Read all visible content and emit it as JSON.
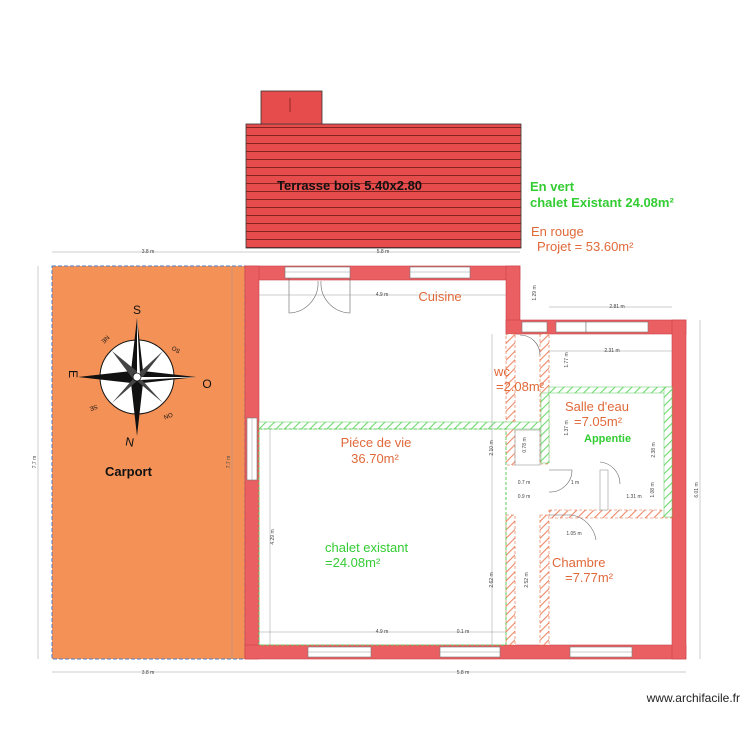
{
  "colors": {
    "wall_red": "#ea5f62",
    "carport_fill": "#f39157",
    "terrace_fill": "#e74c4c",
    "room_label": "#e0693a",
    "green_text": "#33cc33",
    "green_hatch": "#7fe07f",
    "dim_color": "#555555"
  },
  "labels": {
    "terrace": "Terrasse bois  5.40x2.80",
    "green_legend_1": "En vert",
    "green_legend_2": "chalet Existant 24.08m²",
    "red_legend_1": "En rouge",
    "red_legend_2": "Projet = 53.60m²",
    "kitchen": "Cuisine",
    "living_1": "Piéce de vie",
    "living_2": "36.70m²",
    "existing_1": "chalet existant",
    "existing_2": "=24.08m²",
    "wc_1": "wc",
    "wc_2": "=2.08m²",
    "bath_1": "Salle d'eau",
    "bath_2": "=7.05m²",
    "annex": "Appentie",
    "bedroom_1": "Chambre",
    "bedroom_2": "=7.77m²",
    "carport": "Carport",
    "watermark": "www.archifacile.fr"
  },
  "compass": {
    "north": "N",
    "south": "S",
    "east": "E",
    "west": "O",
    "ne": "NE",
    "no": "NO",
    "se": "SE",
    "so": "SO"
  },
  "dimensions": {
    "top_carport": "3.8 m",
    "top_house": "5.8 m",
    "kitchen_width": "4.9 m",
    "right_block": "2.81 m",
    "bath_width": "2.31 m",
    "left_carport": "7.7 m",
    "left_house": "7.7 m",
    "right_house": "6.01 m",
    "bottom_carport": "3.8 m",
    "bottom_house": "5.8 m",
    "living_bottom": "4.9 m",
    "bedroom_bottom": "0.1 m",
    "living_height": "4.29 m",
    "hall_height": "2.62 m",
    "wc_height": "2.10 m",
    "bath_height": "1.37 m",
    "bath_right": "2.38 m",
    "bedroom_width": "1.05 m",
    "stair": "1.29 m",
    "small_a": "0.7 m",
    "small_b": "1 m",
    "small_c": "1.31 m",
    "small_d": "0.9 m",
    "small_e": "2.52 m",
    "small_f": "1.77 m",
    "small_g": "1.08 m",
    "small_h": "0.78 m"
  }
}
